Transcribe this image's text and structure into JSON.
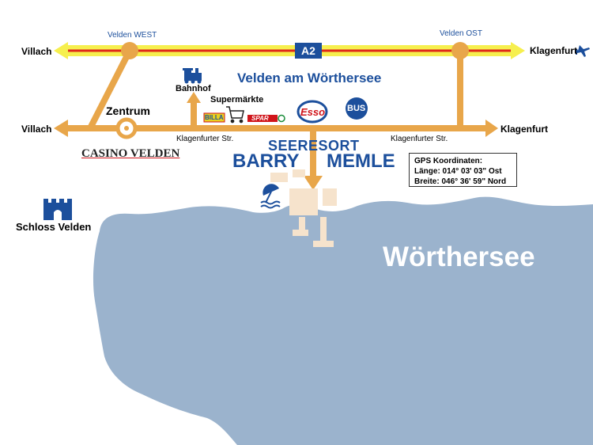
{
  "title": "Velden am Wörthersee",
  "motorway": {
    "label": "A2",
    "exit_west": "Velden WEST",
    "exit_east": "Velden OST",
    "left_dest": "Villach",
    "right_dest": "Klagenfurt"
  },
  "road": {
    "left_dest": "Villach",
    "right_dest": "Klagenfurt",
    "street_left": "Klagenfurter Str.",
    "street_right": "Klagenfurter Str."
  },
  "places": {
    "center": "Zentrum",
    "station": "Bahnhof",
    "supermarkets": "Supermärkte",
    "castle": "Schloss Velden",
    "casino": "CASINO VELDEN",
    "lake": "Wörthersee"
  },
  "brands": {
    "billa": "BILLA",
    "spar": "SPAR",
    "esso": "Esso",
    "bus": "BUS"
  },
  "resort": {
    "line1": "SEERESORT",
    "line2a": "BARRY",
    "line2b": "MEMLE"
  },
  "gps": {
    "title": "GPS Koordinaten:",
    "lon": "Länge: 014° 03' 03\" Ost",
    "lat": "Breite: 046° 36' 59\" Nord"
  },
  "colors": {
    "road": "#e8a64a",
    "motorway_line": "#e02a1a",
    "motorway_fill": "#f6ef4e",
    "lake": "#9bb3cd",
    "brand_blue": "#1c4f9c",
    "building": "#f6e3cc"
  },
  "icons": [
    "airport-icon",
    "train-icon",
    "shopping-cart-icon",
    "castle-icon",
    "swimmer-icon"
  ]
}
